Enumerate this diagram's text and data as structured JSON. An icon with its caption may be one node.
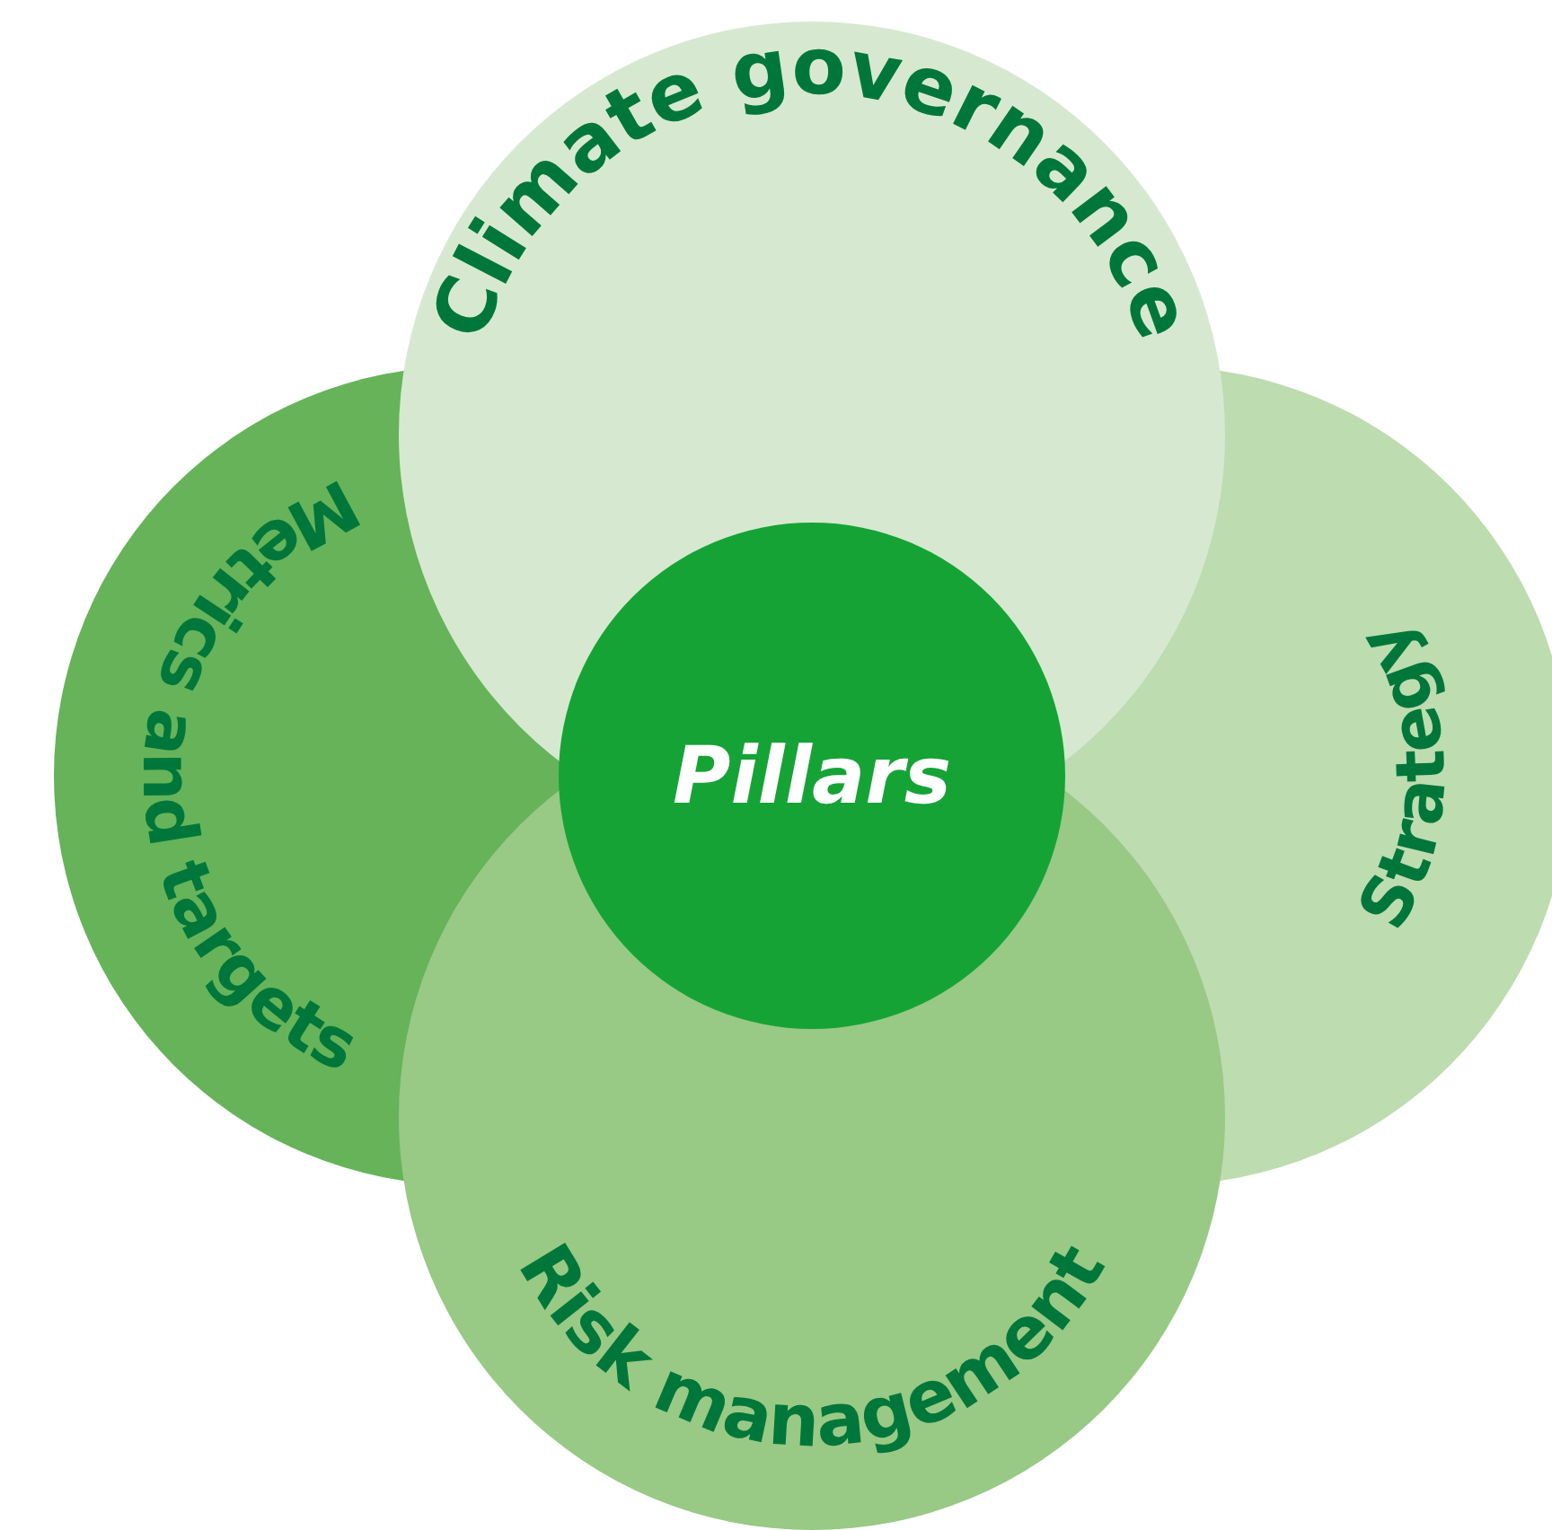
{
  "diagram": {
    "nodes": [
      {
        "text": [
          "Climate governance"
        ]
      },
      {
        "text": [
          "Metrics and targets"
        ]
      },
      {
        "text": [
          "Strategy"
        ]
      },
      {
        "text": [
          "Risk management"
        ]
      },
      {
        "text": [
          "Pillars"
        ]
      }
    ]
  }
}
